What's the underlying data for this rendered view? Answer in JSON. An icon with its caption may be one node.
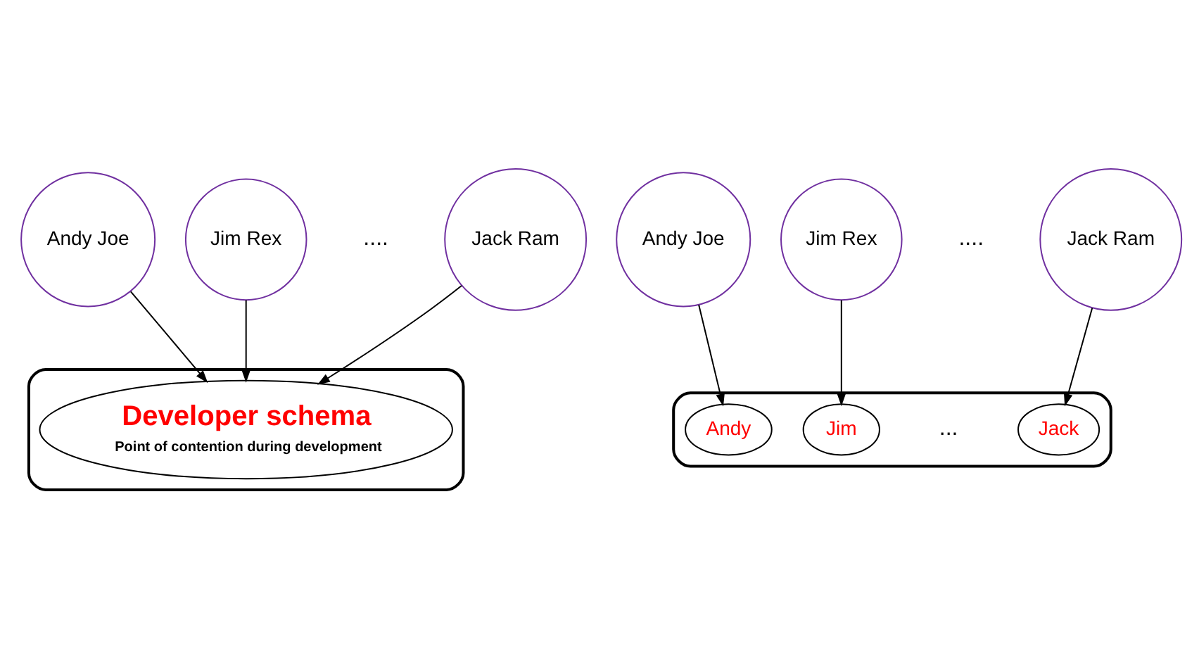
{
  "diagram": {
    "nodes": [
      {
        "text": [
          "Andy Joe"
        ]
      },
      {
        "text": [
          "Jim Rex"
        ]
      },
      {
        "text": [
          "Jack Ram"
        ]
      },
      {
        "text": [],
        "shape": "cylinder"
      },
      {
        "text": [
          "Developer schema",
          "Point of contention during development"
        ],
        "in": 3
      },
      {
        "text": [
          "Andy Joe"
        ]
      },
      {
        "text": [
          "Jim Rex"
        ]
      },
      {
        "text": [
          "Jack Ram"
        ]
      },
      {
        "text": [],
        "shape": "cylinder"
      },
      {
        "text": [
          "Andy"
        ],
        "in": 8
      },
      {
        "text": [
          "Jim"
        ],
        "in": 8
      },
      {
        "text": [
          "Jack"
        ],
        "in": 8
      }
    ],
    "edges": [
      {
        "from": 0,
        "to": 4,
        "arrow": "to"
      },
      {
        "from": 1,
        "to": 4,
        "arrow": "to"
      },
      {
        "from": 2,
        "to": 4,
        "arrow": "to"
      },
      {
        "from": 5,
        "to": 9,
        "arrow": "to"
      },
      {
        "from": 6,
        "to": 10,
        "arrow": "to"
      },
      {
        "from": 7,
        "to": 11,
        "arrow": "to"
      }
    ],
    "labels": [
      "....",
      "....",
      "..."
    ]
  }
}
